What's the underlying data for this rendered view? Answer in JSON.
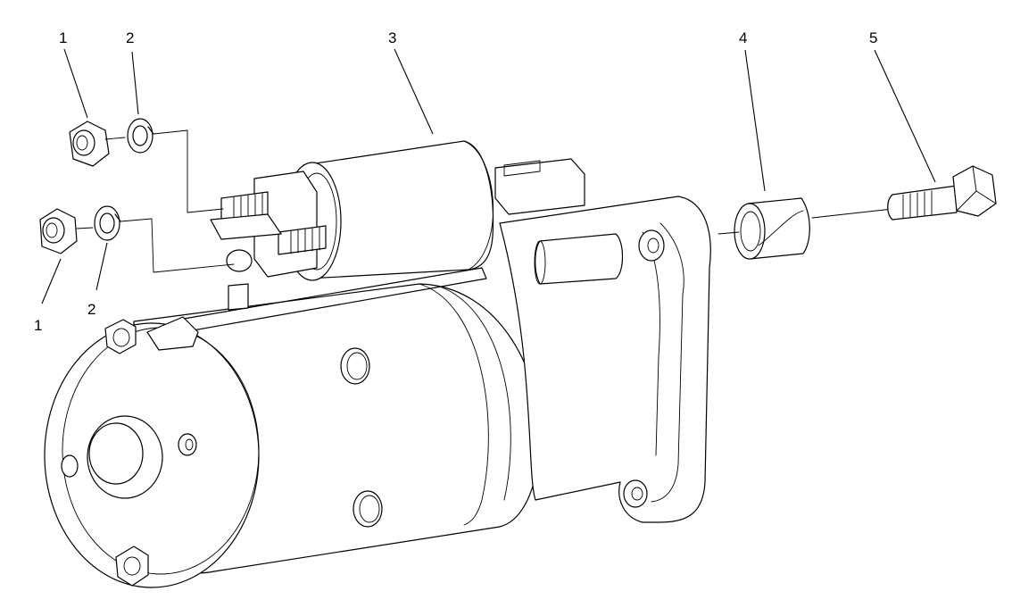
{
  "callouts": {
    "c1_top": "1",
    "c2_top": "2",
    "c3": "3",
    "c4": "4",
    "c5": "5",
    "c1_bottom": "1",
    "c2_bottom": "2"
  }
}
